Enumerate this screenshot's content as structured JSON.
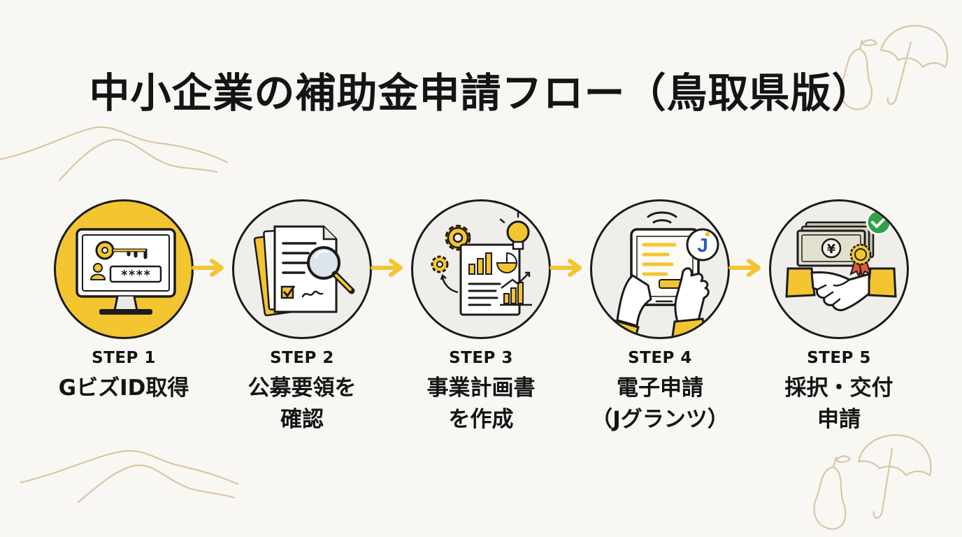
{
  "title": "中小企業の補助金申請フロー（鳥取県版）",
  "colors": {
    "accent": "#f3c530",
    "ink": "#1b1b1b",
    "circle_bg": "#efeeea",
    "deco": "#d9c7a4",
    "check": "#2fa24a",
    "logo_blue": "#1f5fb8"
  },
  "steps": [
    {
      "label": "STEP 1",
      "name": "GビズID取得",
      "icon": "monitor-key-icon",
      "active": true,
      "password_mask": "****"
    },
    {
      "label": "STEP 2",
      "name": "公募要領を\n確認",
      "icon": "document-magnifier-icon",
      "active": false
    },
    {
      "label": "STEP 3",
      "name": "事業計画書\nを作成",
      "icon": "business-plan-icon",
      "active": false
    },
    {
      "label": "STEP 4",
      "name": "電子申請\n（Jグランツ）",
      "icon": "tablet-application-icon",
      "active": false,
      "logo_letter": "J"
    },
    {
      "label": "STEP 5",
      "name": "採択・交付\n申請",
      "icon": "handshake-money-icon",
      "active": false,
      "currency_symbol": "¥"
    }
  ],
  "arrows": [
    "arrow-right-icon",
    "arrow-right-icon",
    "arrow-right-icon",
    "arrow-right-icon"
  ],
  "decorations": [
    "sand-dune-icon",
    "sand-dune-icon",
    "pear-icon",
    "umbrella-icon",
    "pear-icon",
    "umbrella-icon"
  ]
}
